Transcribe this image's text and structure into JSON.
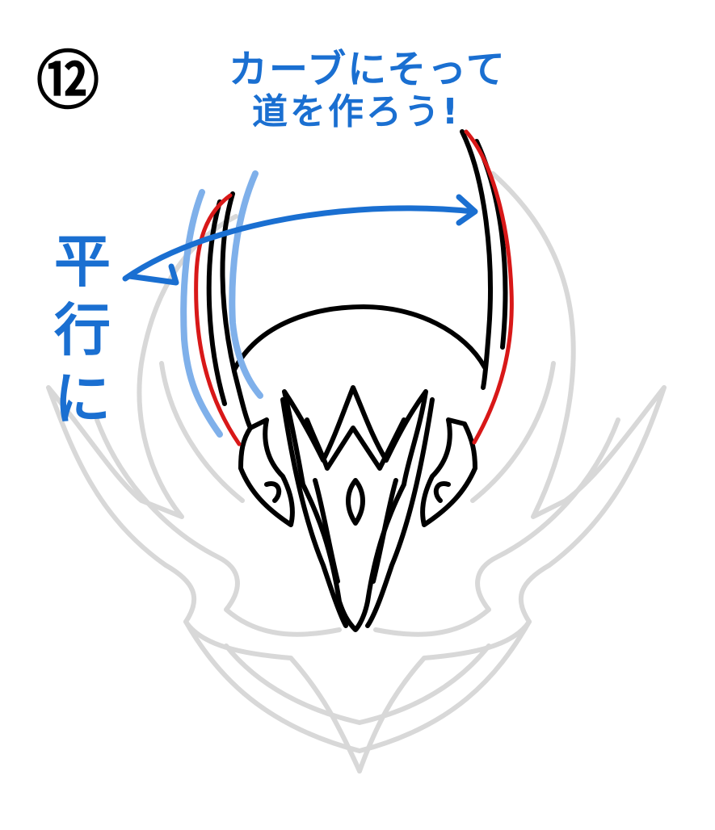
{
  "step": {
    "number": "⑫"
  },
  "annotation_top": {
    "line1": "カーブにそって",
    "line2": "道を作ろう!"
  },
  "annotation_side": {
    "text": "平行に"
  },
  "colors": {
    "ink": "#000000",
    "guide": "#d8d8d8",
    "highlight": "#d81818",
    "note": "#1a6fd1",
    "note_light": "#7fb0ea"
  }
}
